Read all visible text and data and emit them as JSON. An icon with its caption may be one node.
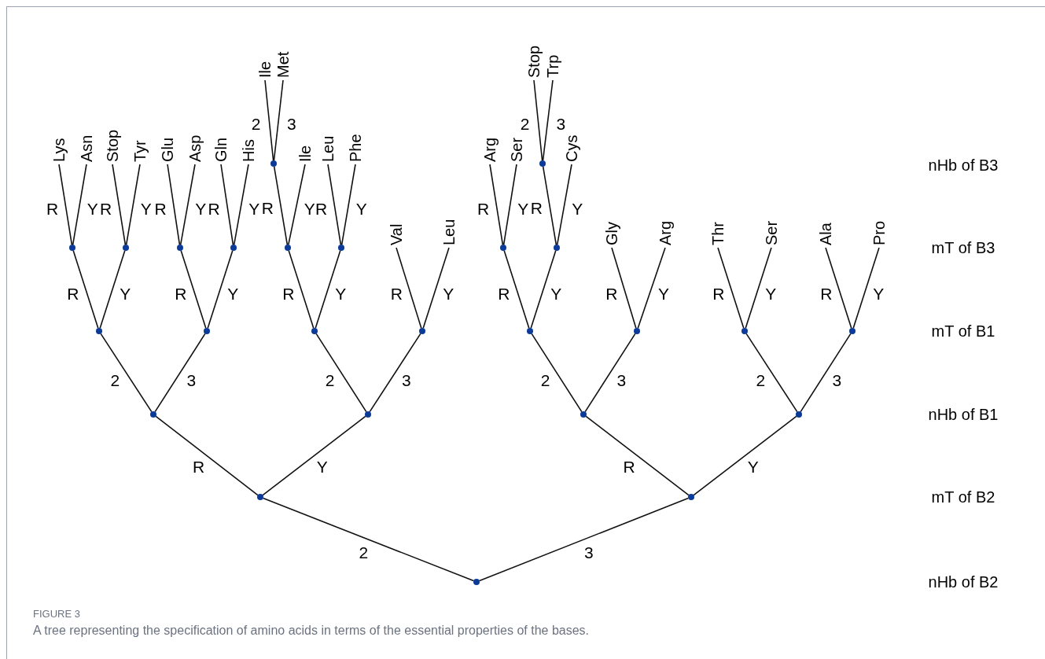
{
  "diagram": {
    "caption": "A tree representing the specification of amino acids in terms of the essential properties of the bases.",
    "nodes": [
      {
        "text": [],
        "shape": "circle"
      },
      {
        "text": [],
        "shape": "circle"
      },
      {
        "text": [],
        "shape": "circle"
      },
      {
        "text": [],
        "shape": "circle"
      },
      {
        "text": [],
        "shape": "circle"
      },
      {
        "text": [],
        "shape": "circle"
      },
      {
        "text": [],
        "shape": "circle"
      },
      {
        "text": [],
        "shape": "circle"
      },
      {
        "text": [],
        "shape": "circle"
      },
      {
        "text": [],
        "shape": "circle"
      },
      {
        "text": [],
        "shape": "circle"
      },
      {
        "text": [],
        "shape": "circle"
      },
      {
        "text": [],
        "shape": "circle"
      },
      {
        "text": [],
        "shape": "circle"
      },
      {
        "text": [],
        "shape": "circle"
      },
      {
        "text": [],
        "shape": "circle"
      },
      {
        "text": [],
        "shape": "circle"
      },
      {
        "text": [],
        "shape": "circle"
      },
      {
        "text": [],
        "shape": "circle"
      },
      {
        "text": [],
        "shape": "circle"
      },
      {
        "text": [],
        "shape": "circle"
      },
      {
        "text": [
          "Val"
        ]
      },
      {
        "text": [
          "Leu"
        ]
      },
      {
        "text": [],
        "shape": "circle"
      },
      {
        "text": [],
        "shape": "circle"
      },
      {
        "text": [
          "Gly"
        ]
      },
      {
        "text": [
          "Arg"
        ]
      },
      {
        "text": [
          "Thr"
        ]
      },
      {
        "text": [
          "Ser"
        ]
      },
      {
        "text": [
          "Ala"
        ]
      },
      {
        "text": [
          "Pro"
        ]
      },
      {
        "text": [
          "Lys"
        ]
      },
      {
        "text": [
          "Asn"
        ]
      },
      {
        "text": [
          "Stop"
        ]
      },
      {
        "text": [
          "Tyr"
        ]
      },
      {
        "text": [
          "Glu"
        ]
      },
      {
        "text": [
          "Asp"
        ]
      },
      {
        "text": [
          "Gln"
        ]
      },
      {
        "text": [
          "His"
        ]
      },
      {
        "text": [],
        "shape": "circle"
      },
      {
        "text": [
          "Ile"
        ]
      },
      {
        "text": [
          "Leu"
        ]
      },
      {
        "text": [
          "Phe"
        ]
      },
      {
        "text": [
          "Arg"
        ]
      },
      {
        "text": [
          "Ser"
        ]
      },
      {
        "text": [],
        "shape": "circle"
      },
      {
        "text": [
          "Cys"
        ]
      },
      {
        "text": [
          "Ile"
        ]
      },
      {
        "text": [
          "Met"
        ]
      },
      {
        "text": [
          "Stop"
        ]
      },
      {
        "text": [
          "Trp"
        ]
      }
    ],
    "edges": [
      {
        "from": 0,
        "to": 1,
        "arrow": "none",
        "label": "2"
      },
      {
        "from": 0,
        "to": 2,
        "arrow": "none",
        "label": "3"
      },
      {
        "from": 1,
        "to": 3,
        "arrow": "none",
        "label": "R"
      },
      {
        "from": 1,
        "to": 4,
        "arrow": "none",
        "label": "Y"
      },
      {
        "from": 2,
        "to": 5,
        "arrow": "none",
        "label": "R"
      },
      {
        "from": 2,
        "to": 6,
        "arrow": "none",
        "label": "Y"
      },
      {
        "from": 3,
        "to": 7,
        "arrow": "none",
        "label": "2"
      },
      {
        "from": 3,
        "to": 8,
        "arrow": "none",
        "label": "3"
      },
      {
        "from": 4,
        "to": 9,
        "arrow": "none",
        "label": "2"
      },
      {
        "from": 4,
        "to": 10,
        "arrow": "none",
        "label": "3"
      },
      {
        "from": 5,
        "to": 11,
        "arrow": "none",
        "label": "2"
      },
      {
        "from": 5,
        "to": 12,
        "arrow": "none",
        "label": "3"
      },
      {
        "from": 6,
        "to": 13,
        "arrow": "none",
        "label": "2"
      },
      {
        "from": 6,
        "to": 14,
        "arrow": "none",
        "label": "3"
      },
      {
        "from": 7,
        "to": 15,
        "arrow": "none",
        "label": "R"
      },
      {
        "from": 7,
        "to": 16,
        "arrow": "none",
        "label": "Y"
      },
      {
        "from": 8,
        "to": 17,
        "arrow": "none",
        "label": "R"
      },
      {
        "from": 8,
        "to": 18,
        "arrow": "none",
        "label": "Y"
      },
      {
        "from": 9,
        "to": 19,
        "arrow": "none",
        "label": "R"
      },
      {
        "from": 9,
        "to": 20,
        "arrow": "none",
        "label": "Y"
      },
      {
        "from": 10,
        "to": 21,
        "arrow": "none",
        "label": "R"
      },
      {
        "from": 10,
        "to": 22,
        "arrow": "none",
        "label": "Y"
      },
      {
        "from": 11,
        "to": 23,
        "arrow": "none",
        "label": "R"
      },
      {
        "from": 11,
        "to": 24,
        "arrow": "none",
        "label": "Y"
      },
      {
        "from": 12,
        "to": 25,
        "arrow": "none",
        "label": "R"
      },
      {
        "from": 12,
        "to": 26,
        "arrow": "none",
        "label": "Y"
      },
      {
        "from": 13,
        "to": 27,
        "arrow": "none",
        "label": "R"
      },
      {
        "from": 13,
        "to": 28,
        "arrow": "none",
        "label": "Y"
      },
      {
        "from": 14,
        "to": 29,
        "arrow": "none",
        "label": "R"
      },
      {
        "from": 14,
        "to": 30,
        "arrow": "none",
        "label": "Y"
      },
      {
        "from": 15,
        "to": 31,
        "arrow": "none",
        "label": "R"
      },
      {
        "from": 15,
        "to": 32,
        "arrow": "none",
        "label": "Y"
      },
      {
        "from": 16,
        "to": 33,
        "arrow": "none",
        "label": "R"
      },
      {
        "from": 16,
        "to": 34,
        "arrow": "none",
        "label": "Y"
      },
      {
        "from": 17,
        "to": 35,
        "arrow": "none",
        "label": "R"
      },
      {
        "from": 17,
        "to": 36,
        "arrow": "none",
        "label": "Y"
      },
      {
        "from": 18,
        "to": 37,
        "arrow": "none",
        "label": "R"
      },
      {
        "from": 18,
        "to": 38,
        "arrow": "none",
        "label": "Y"
      },
      {
        "from": 19,
        "to": 39,
        "arrow": "none",
        "label": "R"
      },
      {
        "from": 19,
        "to": 40,
        "arrow": "none",
        "label": "Y"
      },
      {
        "from": 20,
        "to": 41,
        "arrow": "none",
        "label": "R"
      },
      {
        "from": 20,
        "to": 42,
        "arrow": "none",
        "label": "Y"
      },
      {
        "from": 23,
        "to": 43,
        "arrow": "none",
        "label": "R"
      },
      {
        "from": 23,
        "to": 44,
        "arrow": "none",
        "label": "Y"
      },
      {
        "from": 24,
        "to": 45,
        "arrow": "none",
        "label": "R"
      },
      {
        "from": 24,
        "to": 46,
        "arrow": "none",
        "label": "Y"
      },
      {
        "from": 39,
        "to": 47,
        "arrow": "none",
        "label": "2"
      },
      {
        "from": 39,
        "to": 48,
        "arrow": "none",
        "label": "3"
      },
      {
        "from": 45,
        "to": 49,
        "arrow": "none",
        "label": "2"
      },
      {
        "from": 45,
        "to": 50,
        "arrow": "none",
        "label": "3"
      }
    ],
    "labels": [
      "nHb of B3",
      "mT of B3",
      "mT of B1",
      "nHb of B1",
      "mT of B2",
      "nHb of B2",
      "FIGURE 3"
    ]
  }
}
